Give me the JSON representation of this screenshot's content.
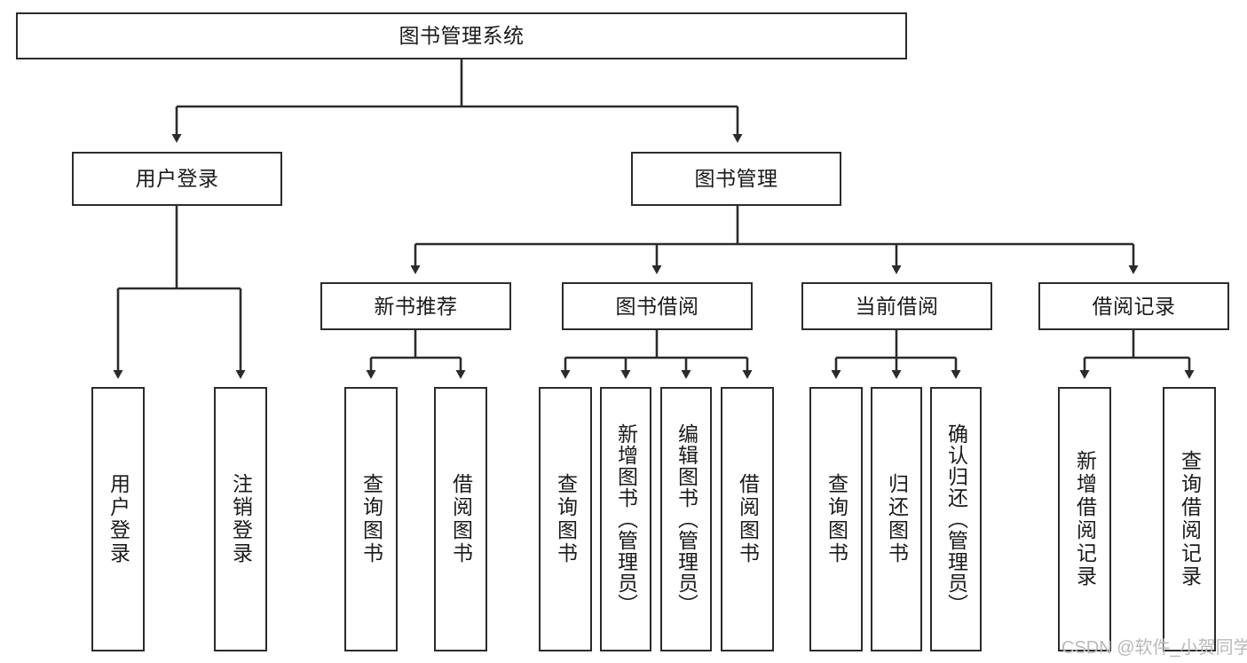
{
  "diagram": {
    "title_node": {
      "label": "图书管理系统"
    },
    "level2": [
      {
        "label": "用户登录"
      },
      {
        "label": "图书管理"
      }
    ],
    "level3": [
      {
        "label": "新书推荐"
      },
      {
        "label": "图书借阅"
      },
      {
        "label": "当前借阅"
      },
      {
        "label": "借阅记录"
      }
    ],
    "leaves": {
      "user_login": [
        {
          "label": "用户登录"
        },
        {
          "label": "注销登录"
        }
      ],
      "new_book_rec": [
        {
          "label": "查询图书"
        },
        {
          "label": "借阅图书"
        }
      ],
      "book_borrow": [
        {
          "label": "查询图书"
        },
        {
          "label": "新增图书（管理员）"
        },
        {
          "label": "编辑图书（管理员）"
        },
        {
          "label": "借阅图书"
        }
      ],
      "current_borrow": [
        {
          "label": "查询图书"
        },
        {
          "label": "归还图书"
        },
        {
          "label": "确认归还（管理员）"
        }
      ],
      "borrow_record": [
        {
          "label": "新增借阅记录"
        },
        {
          "label": "查询借阅记录"
        }
      ]
    }
  },
  "watermark": {
    "text": "CSDN @软件_小贺同学"
  },
  "colors": {
    "stroke": "#2b2b2b",
    "background": "#ffffff",
    "text": "#1a1a1a",
    "watermark": "#b9b9b9"
  }
}
